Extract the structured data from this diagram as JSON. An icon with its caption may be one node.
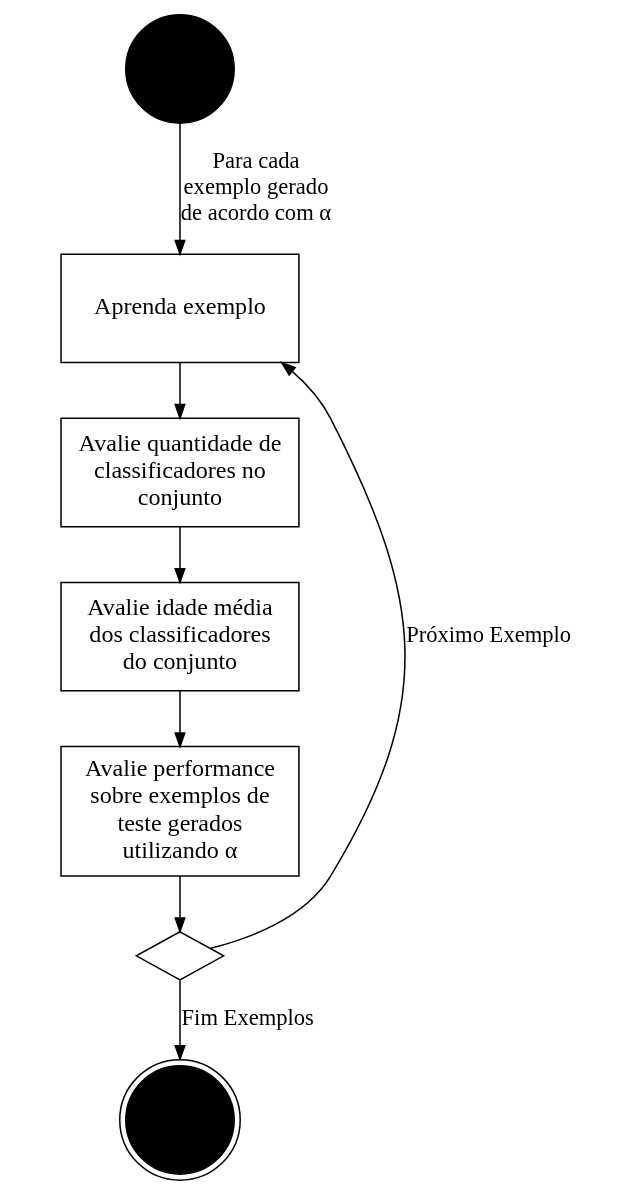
{
  "diagram": {
    "nodes": [
      {
        "text": [],
        "shape": "circle"
      },
      {
        "text": [
          "Aprenda exemplo"
        ]
      },
      {
        "text": [
          "Avalie quantidade de classificadores no conjunto"
        ]
      },
      {
        "text": [
          "Avalie idade média dos classificadores do conjunto"
        ]
      },
      {
        "text": [
          "Avalie performance sobre exemplos de teste gerados utilizando α"
        ]
      },
      {
        "text": [],
        "shape": "diamond"
      },
      {
        "text": [],
        "shape": "circle"
      }
    ],
    "edges": [
      {
        "from": 0,
        "to": 1,
        "arrow": "to",
        "label": "Para cada exemplo gerado de acordo com α"
      },
      {
        "from": 1,
        "to": 2,
        "arrow": "to"
      },
      {
        "from": 2,
        "to": 3,
        "arrow": "to"
      },
      {
        "from": 3,
        "to": 4,
        "arrow": "to"
      },
      {
        "from": 4,
        "to": 5,
        "arrow": "to"
      },
      {
        "from": 5,
        "to": 1,
        "arrow": "to",
        "label": "Próximo Exemplo"
      },
      {
        "from": 5,
        "to": 6,
        "arrow": "to",
        "label": "Fim Exemplos"
      }
    ]
  }
}
